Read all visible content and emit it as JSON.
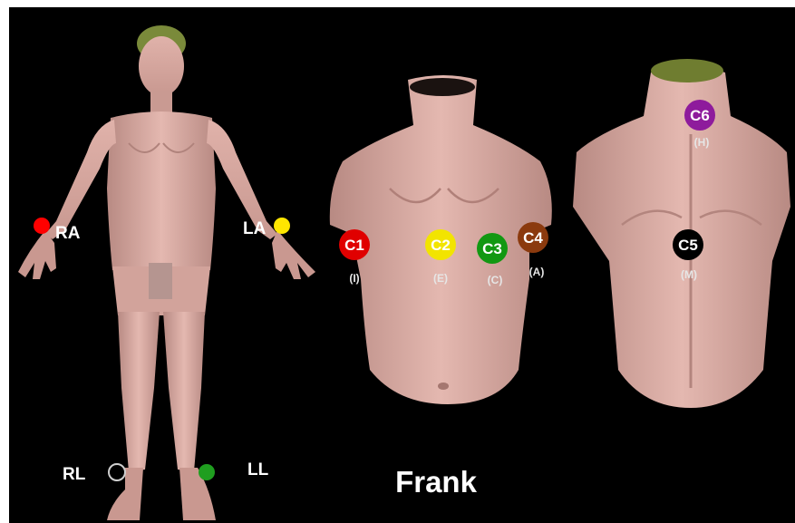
{
  "title": "Frank",
  "colors": {
    "background": "#000000",
    "skin": "#d8a8a0",
    "skin_shade": "#b78b84",
    "hair": "#7a8a3a"
  },
  "limb_electrodes": [
    {
      "label": "RA",
      "color": "#ff0000"
    },
    {
      "label": "LA",
      "color": "#ffe600"
    },
    {
      "label": "RL",
      "color": "#000000"
    },
    {
      "label": "LL",
      "color": "#1f9e1f"
    }
  ],
  "front_electrodes": [
    {
      "label": "C1",
      "sub": "(I)",
      "color": "#e00000"
    },
    {
      "label": "C2",
      "sub": "(E)",
      "color": "#f2e400"
    },
    {
      "label": "C3",
      "sub": "(C)",
      "color": "#129812"
    },
    {
      "label": "C4",
      "sub": "(A)",
      "color": "#8b3a0e"
    }
  ],
  "back_electrodes": [
    {
      "label": "C6",
      "sub": "(H)",
      "color": "#8e1b9c"
    },
    {
      "label": "C5",
      "sub": "(M)",
      "color": "#000000"
    }
  ]
}
